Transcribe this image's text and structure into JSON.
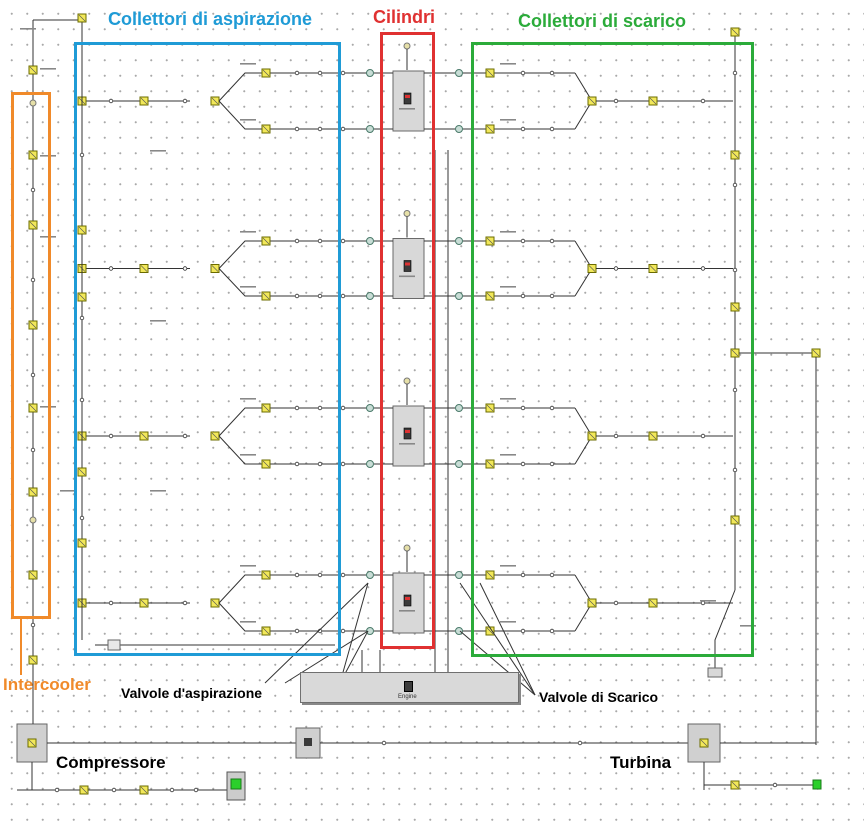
{
  "labels": {
    "intake_manifolds": "Collettori di aspirazione",
    "cylinders": "Cilindri",
    "exhaust_manifolds": "Collettori di scarico",
    "intercooler": "Intercooler",
    "intake_valves": "Valvole d'aspirazione",
    "exhaust_valves": "Valvole di Scarico",
    "compressor": "Compressore",
    "turbine": "Turbina",
    "engine": "Engine"
  },
  "colors": {
    "intake": "#1f9bd6",
    "cylinders": "#e03131",
    "exhaust": "#2bab3a",
    "intercooler": "#f08a2a",
    "component_fill": "#f2e85a",
    "component_border": "#6b6b00"
  },
  "counts": {
    "cylinders": 4
  }
}
